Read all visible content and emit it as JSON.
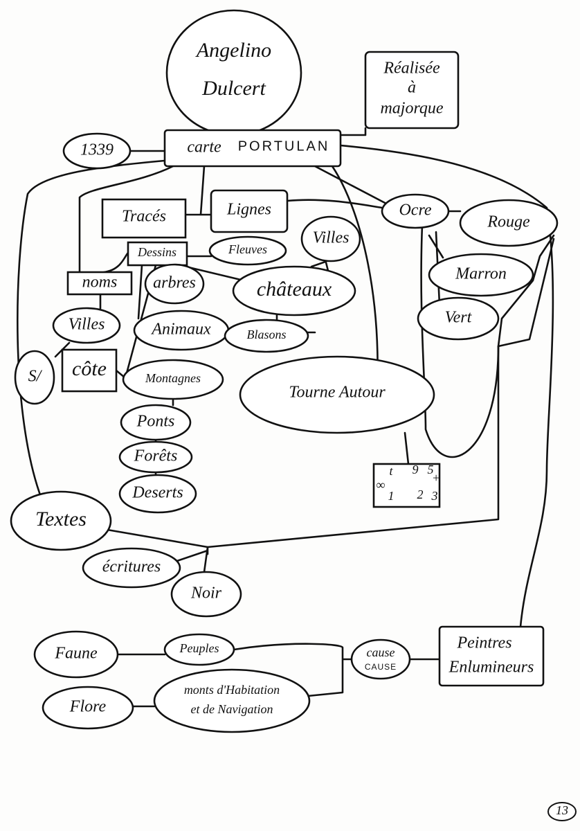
{
  "nodes": {
    "author": [
      "Angelino",
      "Dulcert"
    ],
    "made_in": [
      "Réalisée",
      "à",
      "majorque"
    ],
    "root": {
      "prefix": "carte",
      "name": "PORTULAN"
    },
    "year": "1339",
    "traces": "Tracés",
    "lignes": "Lignes",
    "villes_right": "Villes",
    "ocre": "Ocre",
    "rouge": "Rouge",
    "dessins": "Dessins",
    "fleuves": "Fleuves",
    "arbres": "arbres",
    "chateaux": "châteaux",
    "marron": "Marron",
    "noms": "noms",
    "villes_left": "Villes",
    "animaux": "Animaux",
    "blasons": "Blasons",
    "vert": "Vert",
    "sur": "S/",
    "cote": "côte",
    "montagnes": "Montagnes",
    "tourne_autour": "Tourne Autour",
    "ponts": "Ponts",
    "forets": "Forêts",
    "deserts": "Deserts",
    "table": {
      "row1": [
        "t",
        "9",
        "5"
      ],
      "row2": [
        "∞",
        "",
        "+"
      ],
      "row3": [
        "1",
        "2",
        "3"
      ]
    },
    "textes": "Textes",
    "ecritures": "écritures",
    "noir": "Noir",
    "faune": "Faune",
    "peuples": "Peuples",
    "flore": "Flore",
    "monts": [
      "monts d'Habitation",
      "et de Navigation"
    ],
    "cause": [
      "cause",
      "CAUSE"
    ],
    "peintres": [
      "Peintres",
      "Enlumineurs"
    ]
  },
  "page_number": "13"
}
